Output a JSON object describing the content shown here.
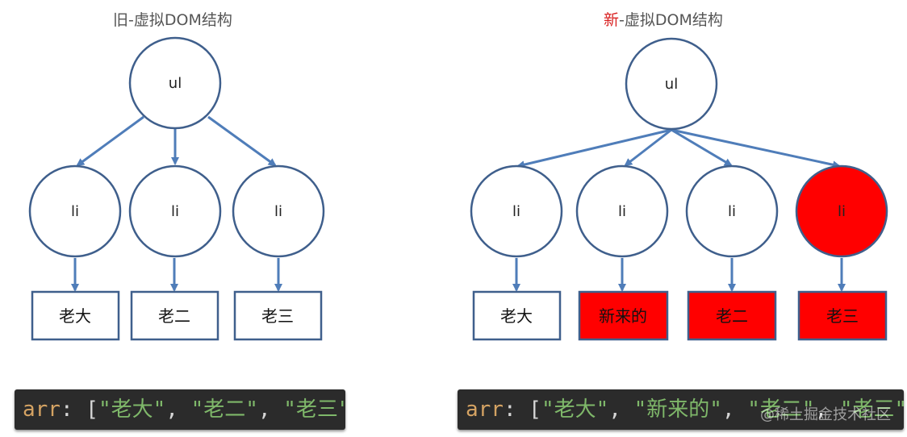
{
  "old": {
    "title": "旧-虚拟DOM结构",
    "root": "ul",
    "children": [
      {
        "node": "li",
        "text": "老大",
        "highlight": false
      },
      {
        "node": "li",
        "text": "老二",
        "highlight": false
      },
      {
        "node": "li",
        "text": "老三",
        "highlight": false
      }
    ],
    "code": {
      "key": "arr",
      "items": [
        "老大",
        "老二",
        "老三"
      ]
    }
  },
  "new": {
    "title_accent": "新",
    "title_rest": "-虚拟DOM结构",
    "root": "ul",
    "children": [
      {
        "node": "li",
        "text": "老大",
        "node_highlight": false,
        "box_highlight": false
      },
      {
        "node": "li",
        "text": "新来的",
        "node_highlight": false,
        "box_highlight": true
      },
      {
        "node": "li",
        "text": "老二",
        "node_highlight": false,
        "box_highlight": true
      },
      {
        "node": "li",
        "text": "老三",
        "node_highlight": true,
        "box_highlight": true
      }
    ],
    "code": {
      "key": "arr",
      "items": [
        "老大",
        "新来的",
        "老二",
        "老三"
      ]
    }
  },
  "watermark": "@稀土掘金技术社区",
  "colors": {
    "highlight": "#ff0000",
    "stroke": "#3f5f8c",
    "arrow": "#4f7db9",
    "title_accent": "#d92323"
  }
}
